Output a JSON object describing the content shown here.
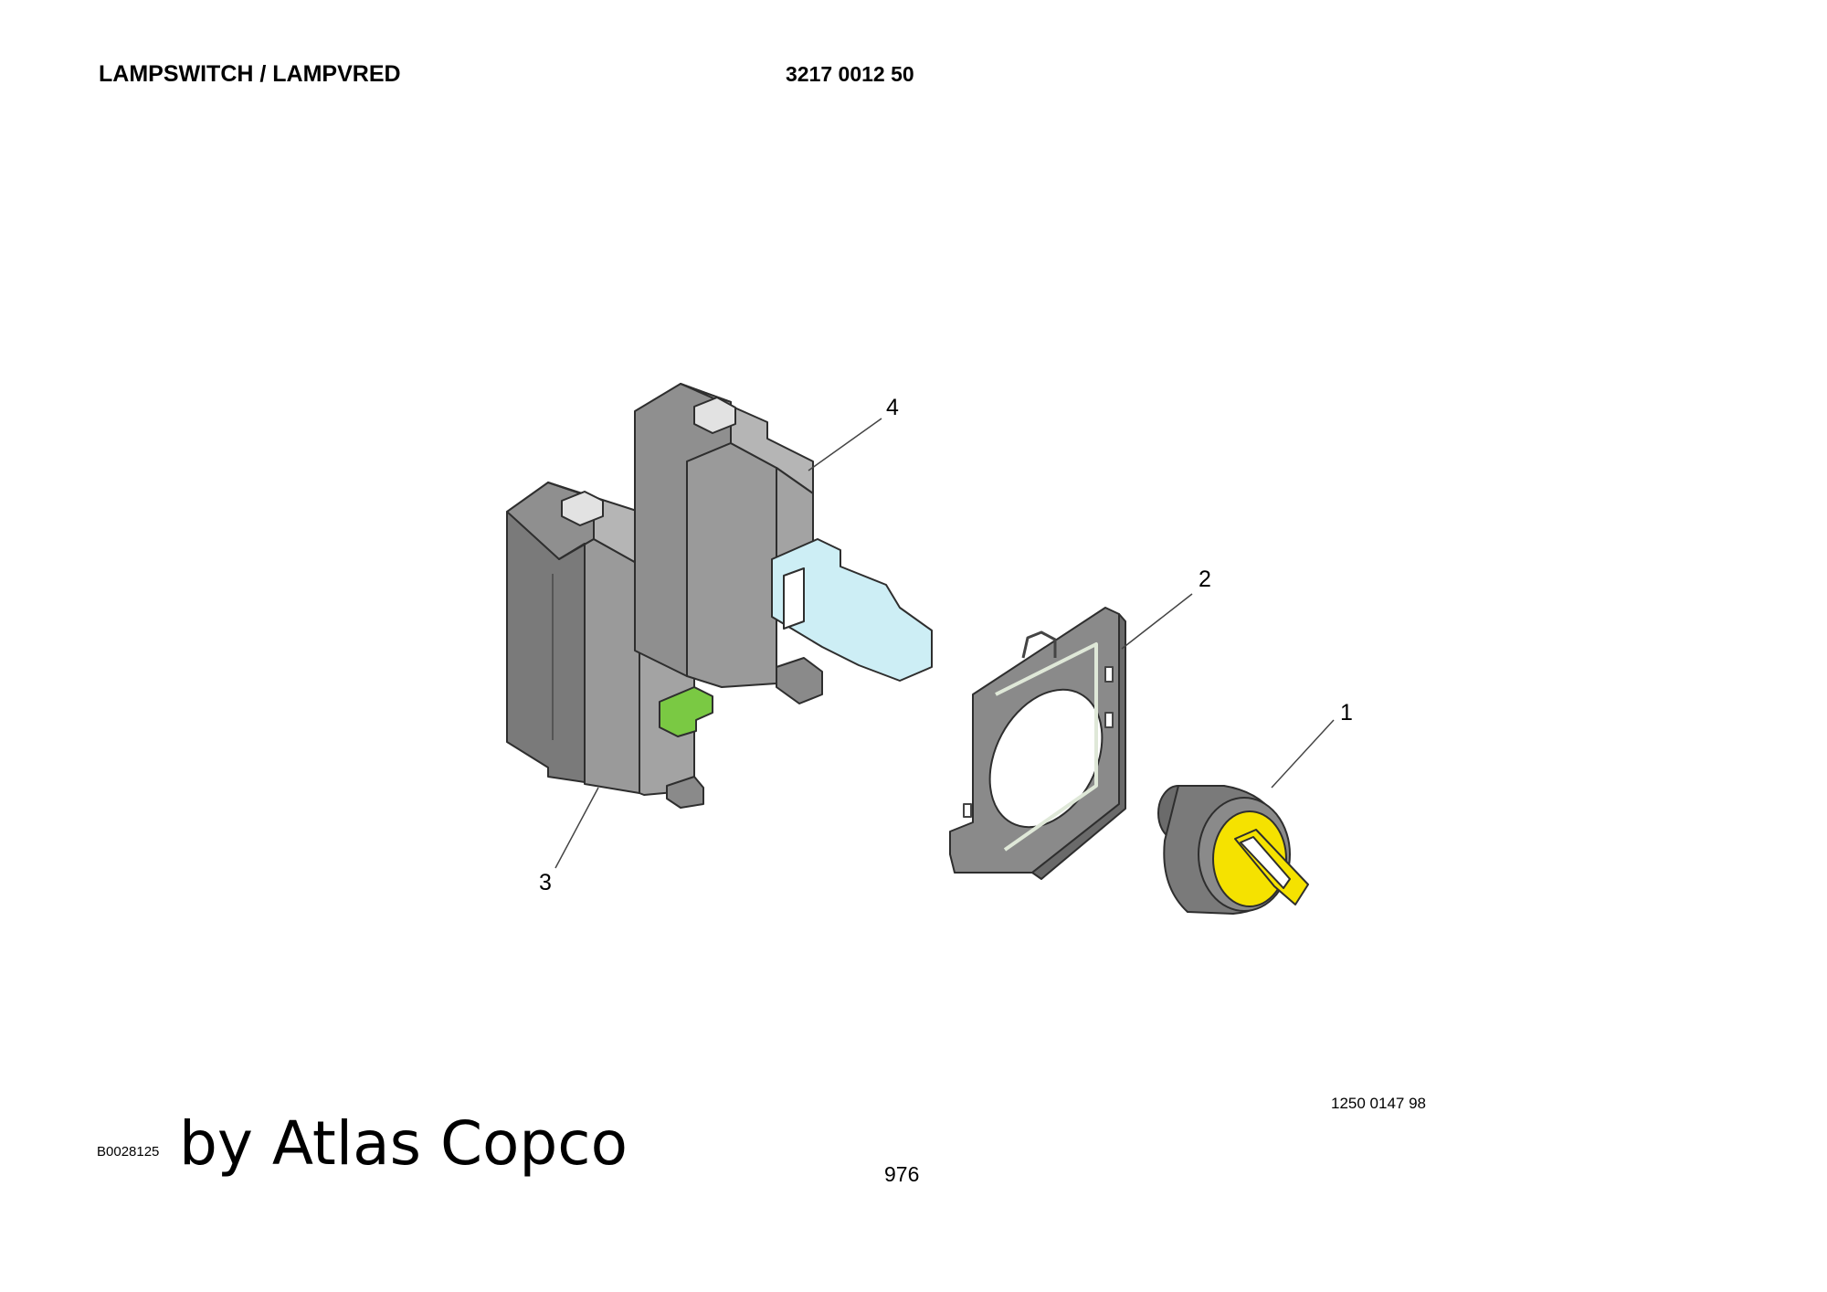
{
  "header": {
    "title": "LAMPSWITCH / LAMPVRED",
    "part_number": "3217 0012 50"
  },
  "callouts": [
    "1",
    "2",
    "3",
    "4"
  ],
  "footer": {
    "reference": "1250 0147 98",
    "document_id": "B0028125",
    "brand": "by Atlas Copco",
    "page_number": "976"
  },
  "colors": {
    "body_gray": "#8a8a8a",
    "dark_gray": "#5f5f5f",
    "light_gray": "#c8c8c8",
    "light_blue": "#cdeef5",
    "orange": "#f5a623",
    "green": "#7ac943",
    "yellow": "#f5e200"
  }
}
